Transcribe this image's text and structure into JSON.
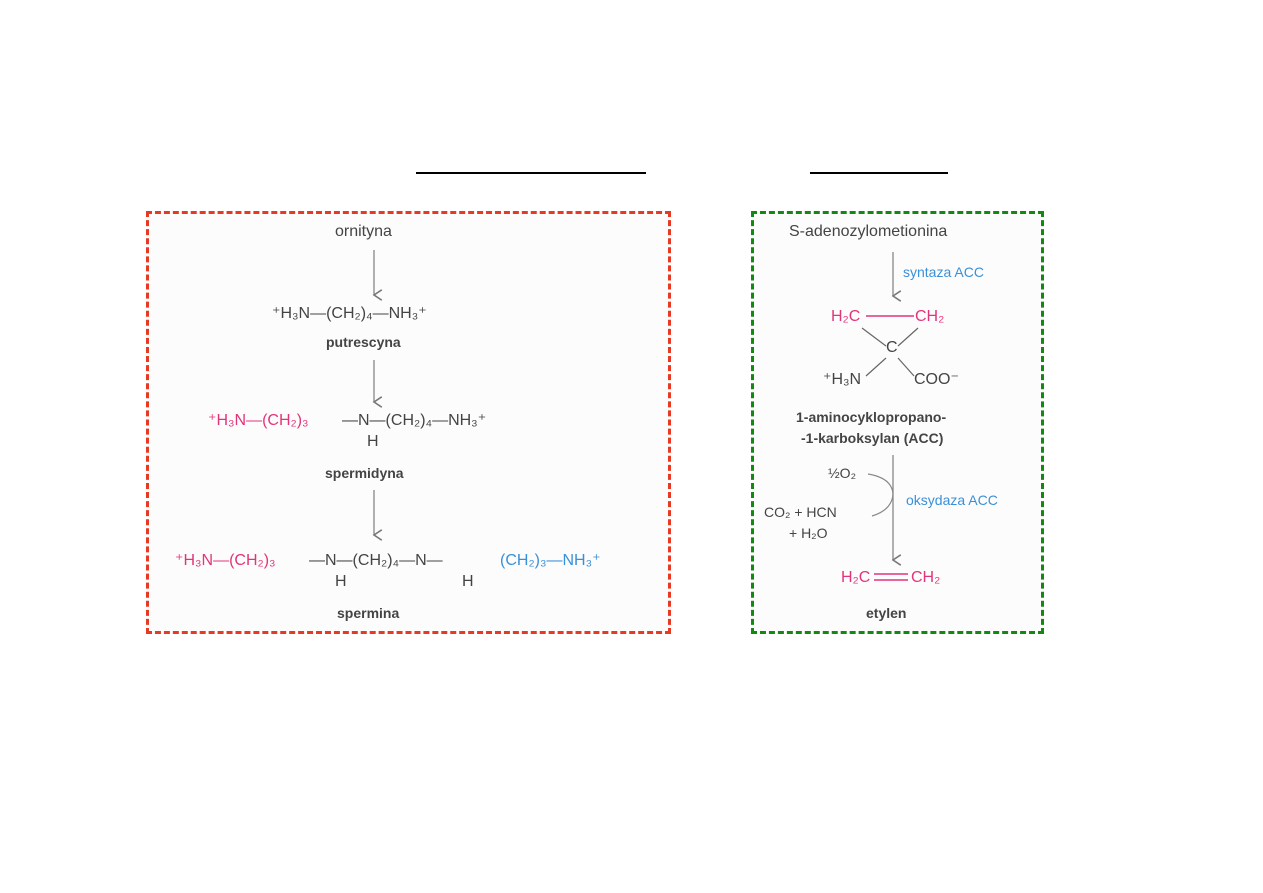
{
  "colors": {
    "polyamine_border": "#e83a22",
    "ethylene_border": "#128a12",
    "accent_pink": "#e2347a",
    "accent_blue": "#3a90d8"
  },
  "polyamines": {
    "ornithine": "ornityna",
    "putrescine_formula": "⁺H₃N—(CH₂)₄—NH₃⁺",
    "putrescine_name": "putrescyna",
    "spermidine_pink": "⁺H₃N—(CH₂)₃",
    "spermidine_rest": "—N—(CH₂)₄—NH₃⁺",
    "spermidine_h": "H",
    "spermidine_name": "spermidyna",
    "spermine_pink": "⁺H₃N—(CH₂)₃",
    "spermine_mid": "—N—(CH₂)₄—N—",
    "spermine_blue": "(CH₂)₃—NH₃⁺",
    "spermine_h": "H",
    "spermine_name": "spermina"
  },
  "ethylene": {
    "sam": "S-adenozylometionina",
    "acc_synthase": "syntaza ACC",
    "ring_left": "H₂C",
    "ring_right": "CH₂",
    "ring_c": "C",
    "amino": "⁺H₃N",
    "carboxyl": "COO⁻",
    "acc_name_1": "1-aminocyklopropano-",
    "acc_name_2": "-1-karboksylan (ACC)",
    "o2": "½O₂",
    "byproducts_1": "CO₂ + HCN",
    "byproducts_2": "+ H₂O",
    "acc_oxidase": "oksydaza ACC",
    "ethylene_formula_left": "H₂C",
    "ethylene_formula_right": "CH₂",
    "ethylene_name": "etylen"
  }
}
